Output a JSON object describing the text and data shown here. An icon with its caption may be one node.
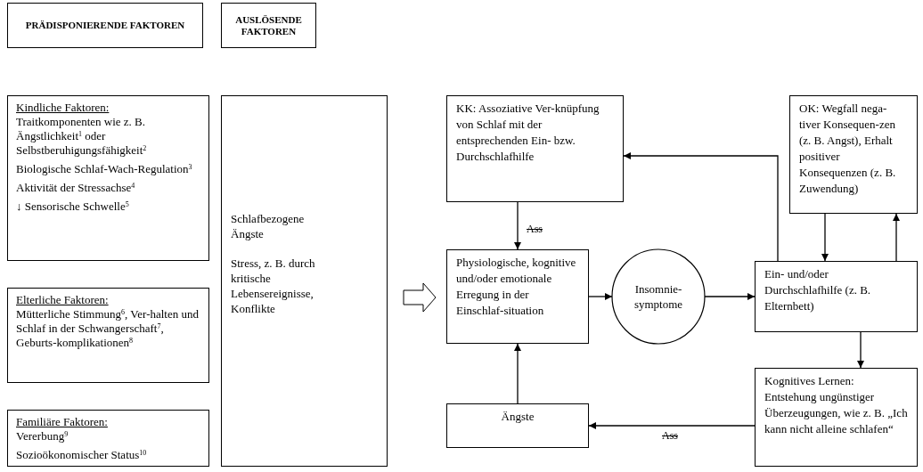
{
  "diagram": {
    "nodes": [
      {
        "text": [
          "PRÄDISPONIERENDE FAKTOREN"
        ]
      },
      {
        "text": [
          "AUSLÖSENDE FAKTOREN"
        ]
      },
      {
        "text": [
          "Kindliche Faktoren:",
          "Traitkomponenten wie z. B. Ängstlichkeit$^{1}$ oder Selbstberuhigungsfähigkeit$^{2}$",
          "Biologische Schlaf-Wach-Regulation$^{3}$",
          "Aktivität der Stressachse$^{4}$",
          "↓ Sensorische Schwelle$^{5}$"
        ]
      },
      {
        "text": [
          "Elterliche Faktoren:",
          "Mütterliche Stimmung$^{6}$, Ver-halten und Schlaf in der Schwangerschaft$^{7}$, Geburts-komplikationen$^{8}$"
        ]
      },
      {
        "text": [
          "Familiäre Faktoren:",
          "Vererbung$^{9}$",
          "Sozioökonomischer Status$^{10}$"
        ]
      },
      {
        "text": [
          "Schlafbezogene Ängste",
          "Stress, z. B. durch kritische Lebensereignisse, Konflikte"
        ]
      },
      {
        "text": [
          "KK: Assoziative Ver-knüpfung von Schlaf mit der entsprechenden Ein- bzw. Durchschlafhilfe"
        ]
      },
      {
        "text": [
          "Physiologische, kognitive und/oder emotionale Erregung in der Einschlaf-situation"
        ]
      },
      {
        "text": [
          "Insomnie-symptome"
        ]
      },
      {
        "text": [
          "OK: Wegfall nega-tiver Konsequen-zen (z. B. Angst), Erhalt positiver Konsequenzen (z. B. Zuwendung)"
        ]
      },
      {
        "text": [
          "Ein- und/oder Durchschlafhilfe (z. B. Elternbett)"
        ]
      },
      {
        "text": [
          "Ängste"
        ]
      },
      {
        "text": [
          "Kognitives Lernen: Entstehung ungünstiger Überzeugungen, wie z. B. „Ich kann nicht alleine schlafen“"
        ]
      }
    ],
    "edges": [
      {
        "from": 5,
        "to": 7,
        "arrow": "to",
        "style": "thick"
      },
      {
        "from": 6,
        "to": 7,
        "arrow": "to",
        "label": "Ass"
      },
      {
        "from": 7,
        "to": 8,
        "arrow": "to"
      },
      {
        "from": 8,
        "to": 10,
        "arrow": "to"
      },
      {
        "from": 10,
        "to": 6,
        "arrow": "to"
      },
      {
        "from": 9,
        "to": 10,
        "arrow": "to"
      },
      {
        "from": 10,
        "to": 9,
        "arrow": "to"
      },
      {
        "from": 10,
        "to": 12,
        "arrow": "to"
      },
      {
        "from": 12,
        "to": 11,
        "arrow": "to",
        "label": "Ass"
      },
      {
        "from": 11,
        "to": 7,
        "arrow": "to"
      }
    ]
  }
}
